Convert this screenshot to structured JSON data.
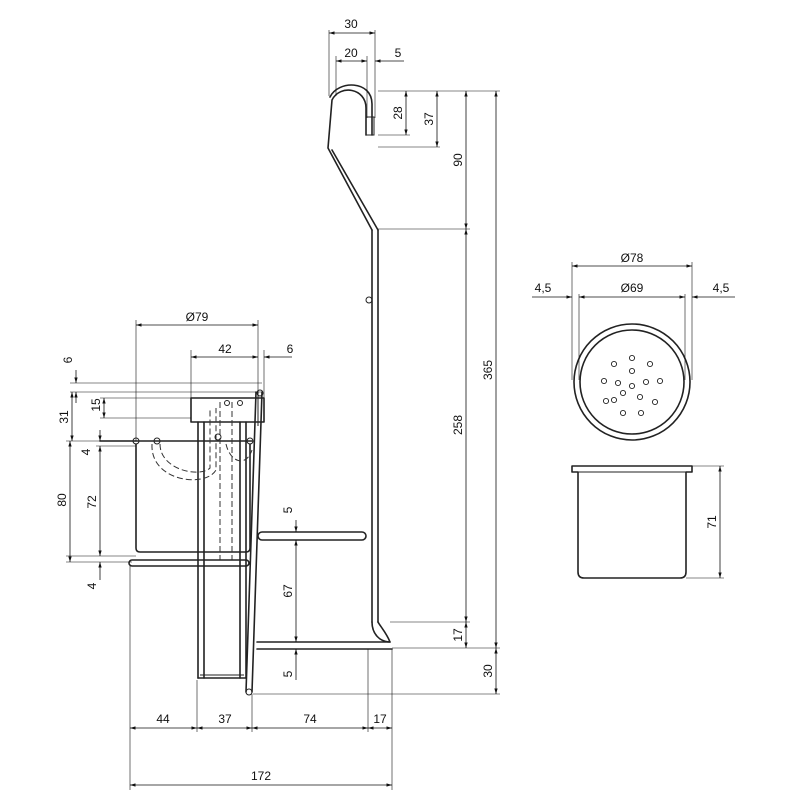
{
  "drawing": {
    "stand": {
      "hook_overall_width": "30",
      "hook_width": "20",
      "hook_wire": "5",
      "hook_drop": "28",
      "hook_depth": "37",
      "upper_height": "90",
      "post_height": "258",
      "overall_height": "365",
      "bottom_bend": "17",
      "base_height": "30",
      "shelf_thickness": "5",
      "shelf_spacing": "67",
      "base_thickness": "5"
    },
    "holder": {
      "cup_diameter": "Ø79",
      "inner_width": "42",
      "offset": "6",
      "top_offset": "6",
      "rim_drop": "15",
      "rim_height": "31",
      "gap_top": "4",
      "cup_height": "72",
      "total_height": "80",
      "gap_bottom": "4"
    },
    "bottom_dims": {
      "seg1": "44",
      "seg2": "37",
      "seg3": "74",
      "seg4": "17",
      "overall": "172"
    },
    "cup": {
      "outer_diameter": "Ø78",
      "inner_diameter": "Ø69",
      "wall_left": "4,5",
      "wall_right": "4,5",
      "height": "71"
    }
  }
}
